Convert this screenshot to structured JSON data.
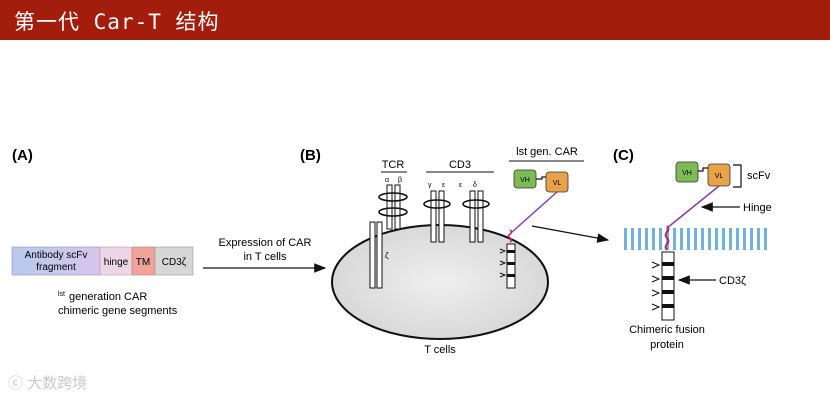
{
  "header": {
    "title": "第一代 Car-T 结构"
  },
  "panel_a": {
    "label": "(A)",
    "segments": [
      "Antibody scFv",
      "fragment",
      "hinge",
      "TM",
      "CD3ζ"
    ],
    "caption_sup": "lst",
    "caption_line1": "generation CAR",
    "caption_line2": "chimeric gene segments"
  },
  "arrow_label": {
    "line1": "Expression of CAR",
    "line2": "in T cells"
  },
  "panel_b": {
    "label": "(B)",
    "tcr": "TCR",
    "alpha": "α",
    "beta": "β",
    "cd3": "CD3",
    "gamma": "γ",
    "epsilon": "ε",
    "delta": "δ",
    "zeta": "ζ",
    "car_title": "lst gen. CAR",
    "vh": "VH",
    "vl": "VL",
    "cells": "T cells"
  },
  "panel_c": {
    "label": "(C)",
    "vh": "VH",
    "vl": "VL",
    "scfv": "scFv",
    "hinge": "Hinge",
    "cd3z": "CD3ζ",
    "fusion_line1": "Chimeric fusion",
    "fusion_line2": "protein"
  },
  "watermark": {
    "icon": "logo-icon",
    "text": "大数跨境"
  },
  "colors": {
    "header": "#a31d0c",
    "vh": "#7dbb55",
    "vl": "#e8a24a",
    "hinge": "#8a3ba0",
    "membrane": "#6fb3dd"
  }
}
